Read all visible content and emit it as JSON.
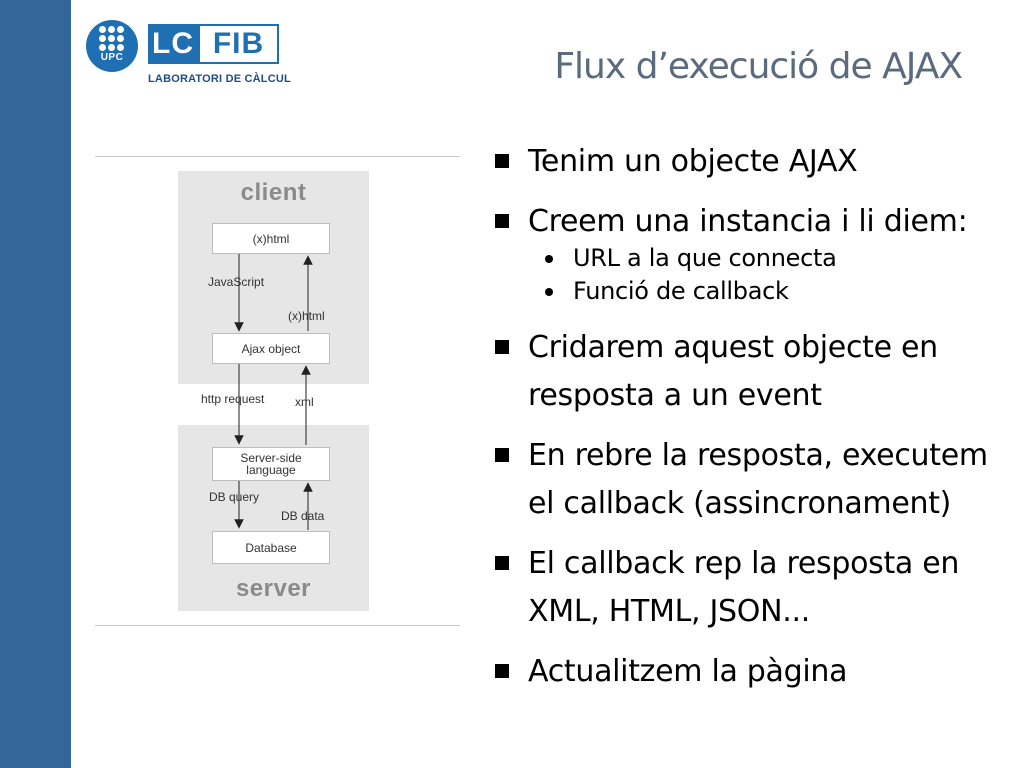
{
  "header": {
    "upc_logo_text": "UPC",
    "logo_lc": "LC",
    "logo_fib": "FIB",
    "logo_subtitle": "LABORATORI DE CÀLCUL",
    "title": "Flux d’execució de AJAX"
  },
  "diagram": {
    "client_label": "client",
    "server_label": "server",
    "boxes": {
      "xhtml": "(x)html",
      "ajax_object": "Ajax object",
      "server_side_1": "Server-side",
      "server_side_2": "language",
      "database": "Database"
    },
    "labels": {
      "javascript": "JavaScript",
      "xhtml_return": "(x)html",
      "http_request": "http request",
      "xml": "xml",
      "db_query": "DB query",
      "db_data": "DB data"
    }
  },
  "bullets": [
    {
      "text": "Tenim un objecte AJAX"
    },
    {
      "text": "Creem una instancia i li diem:",
      "sub": [
        "URL a la que connecta",
        "Funció de callback"
      ]
    },
    {
      "line1": "Cridarem aquest objecte en",
      "line2": "resposta a un event"
    },
    {
      "line1": "En rebre la resposta, executem",
      "line2": "el callback (assincronament)"
    },
    {
      "line1": "El callback rep la resposta en",
      "line2": "XML, HTML, JSON..."
    },
    {
      "text": "Actualitzem la pàgina"
    }
  ],
  "colors": {
    "sidebar": "#336699",
    "brand_blue": "#1f6fb3",
    "title": "#5a6b7d",
    "panel": "#e6e6e6"
  }
}
